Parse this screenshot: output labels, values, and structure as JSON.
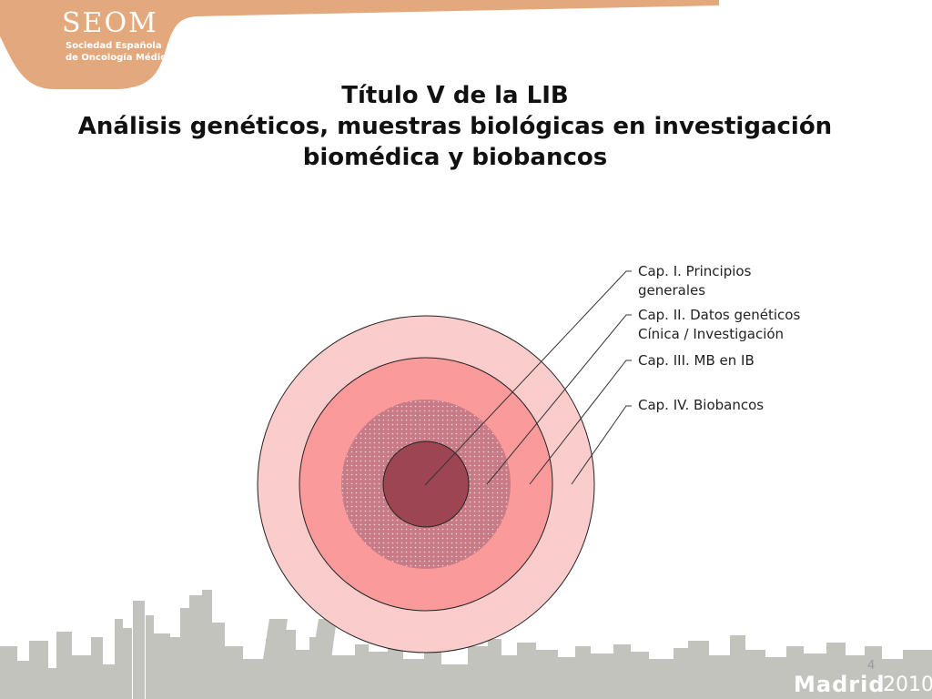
{
  "logo": {
    "name": "SEOM",
    "line1": "Sociedad Española",
    "line2": "de Oncología Médica",
    "color": "#E4A87D"
  },
  "title": {
    "line1": "Título V de la LIB",
    "line2": "Análisis genéticos, muestras biológicas en investigación",
    "line3": "biomédica y biobancos"
  },
  "diagram": {
    "rings": [
      {
        "label_line1": "Cap. I. Principios",
        "label_line2": "generales",
        "color": "#9E4553"
      },
      {
        "label_line1": "Cap. II. Datos genéticos",
        "label_line2": "Cínica / Investigación",
        "color": "#C87B86"
      },
      {
        "label_line1": "Cap. III. MB en IB",
        "label_line2": "",
        "color": "#FA9A9A"
      },
      {
        "label_line1": "Cap. IV. Biobancos",
        "label_line2": "",
        "color": "#FBCCCC"
      }
    ]
  },
  "footer": {
    "page_number": "4",
    "city": "Madrid",
    "year": "2010",
    "skyline_color": "#C3C3BE"
  }
}
